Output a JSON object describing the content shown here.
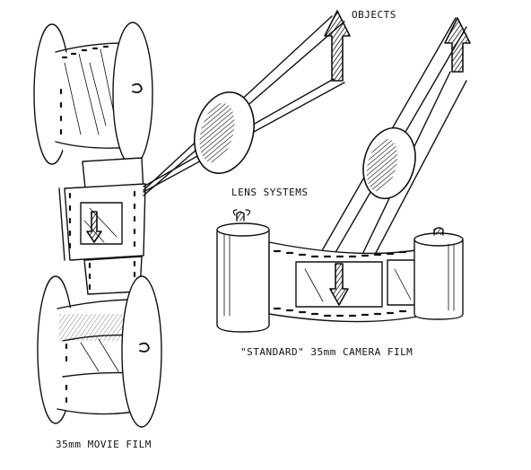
{
  "labels": {
    "objects": "OBJECTS",
    "lens_systems": "LENS SYSTEMS",
    "camera_film": "\"STANDARD\" 35mm CAMERA FILM",
    "movie_film": "35mm MOVIE FILM"
  },
  "colors": {
    "ink": "#111111",
    "paper": "#ffffff"
  }
}
